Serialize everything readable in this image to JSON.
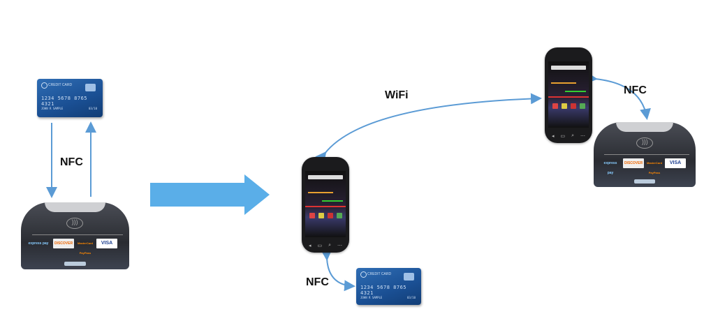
{
  "labels": {
    "nfc_left": "NFC",
    "nfc_bottom": "NFC",
    "nfc_right": "NFC",
    "wifi": "WiFi"
  },
  "card": {
    "title": "CREDIT CARD",
    "number": "1234 5678 8765 4321",
    "name": "JOHN R SAMPLE",
    "expiry": "03/10"
  },
  "reader": {
    "logos": [
      "express pay",
      "DISCOVER",
      "MasterCard PayPass",
      "VISA"
    ]
  },
  "colors": {
    "arrow": "#5b9bd5",
    "big_arrow": "#5aaee8"
  }
}
